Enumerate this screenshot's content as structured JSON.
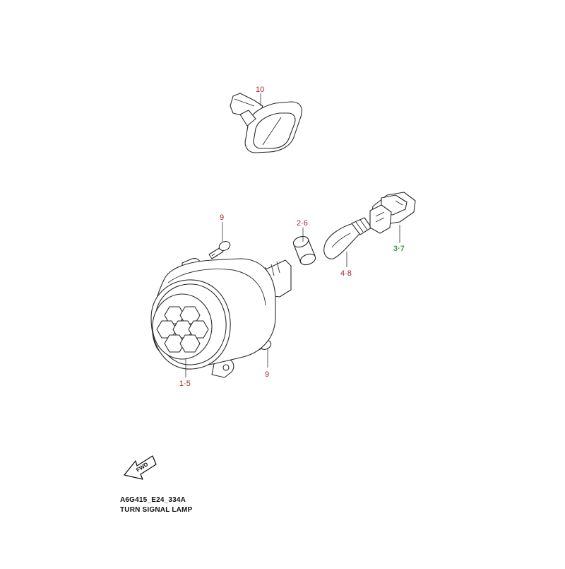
{
  "callouts": [
    {
      "id": "c10",
      "label": "10"
    },
    {
      "id": "c9a",
      "label": "9"
    },
    {
      "id": "c26",
      "label": "2·6"
    },
    {
      "id": "c48",
      "label": "4·8"
    },
    {
      "id": "c37",
      "label": "3·7"
    },
    {
      "id": "c15",
      "label": "1·5"
    },
    {
      "id": "c9b",
      "label": "9"
    }
  ],
  "fwd_marker": {
    "label": "FWD"
  },
  "footer": {
    "diagram_code": "A6G415_E24_334A",
    "title": "TURN SIGNAL LAMP"
  },
  "colors": {
    "callout": "#a8262b",
    "highlight": "#3aa642",
    "line": "#2a2a2a"
  }
}
